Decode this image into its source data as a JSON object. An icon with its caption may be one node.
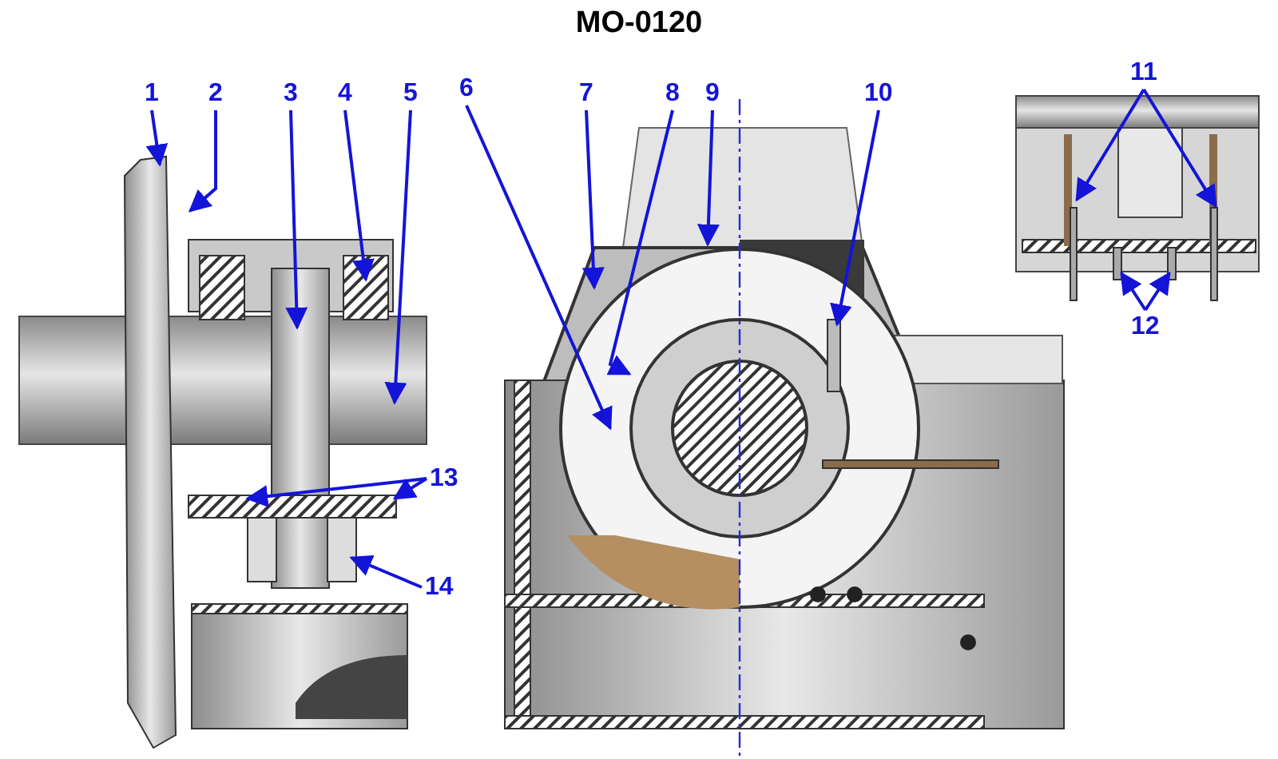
{
  "diagram": {
    "title": "MO-0120",
    "nodes": [
      {
        "text": [
          "1"
        ]
      },
      {
        "text": [
          "2"
        ]
      },
      {
        "text": [
          "3"
        ]
      },
      {
        "text": [
          "4"
        ]
      },
      {
        "text": [
          "5"
        ]
      },
      {
        "text": [
          "6"
        ]
      },
      {
        "text": [
          "7"
        ]
      },
      {
        "text": [
          "8"
        ]
      },
      {
        "text": [
          "9"
        ]
      },
      {
        "text": [
          "10"
        ]
      },
      {
        "text": [
          "11"
        ]
      },
      {
        "text": [
          "12"
        ]
      },
      {
        "text": [
          "13"
        ]
      },
      {
        "text": [
          "14"
        ]
      }
    ],
    "edges": [
      {
        "from": 0,
        "to": null,
        "arrow": "to"
      },
      {
        "from": 1,
        "to": null,
        "arrow": "to"
      },
      {
        "from": 2,
        "to": null,
        "arrow": "to"
      },
      {
        "from": 3,
        "to": null,
        "arrow": "to"
      },
      {
        "from": 4,
        "to": null,
        "arrow": "to"
      },
      {
        "from": 5,
        "to": null,
        "arrow": "to"
      },
      {
        "from": 6,
        "to": null,
        "arrow": "to"
      },
      {
        "from": 7,
        "to": null,
        "arrow": "to"
      },
      {
        "from": 8,
        "to": null,
        "arrow": "to"
      },
      {
        "from": 9,
        "to": null,
        "arrow": "to"
      },
      {
        "from": 10,
        "to": null,
        "arrow": "to"
      },
      {
        "from": 10,
        "to": null,
        "arrow": "to"
      },
      {
        "from": 11,
        "to": null,
        "arrow": "to"
      },
      {
        "from": 11,
        "to": null,
        "arrow": "to"
      },
      {
        "from": 12,
        "to": null,
        "arrow": "to"
      },
      {
        "from": 12,
        "to": null,
        "arrow": "to"
      },
      {
        "from": 13,
        "to": null,
        "arrow": "to"
      }
    ]
  }
}
